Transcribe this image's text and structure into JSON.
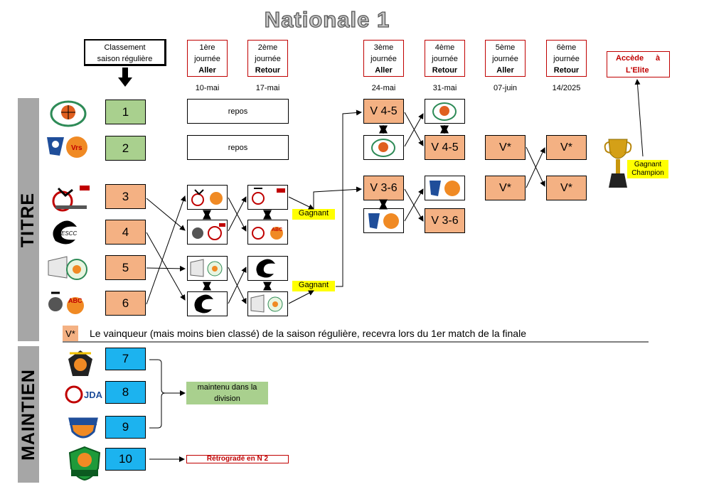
{
  "title": "Nationale 1",
  "classement": {
    "line1": "Classement",
    "line2": "saison régulière"
  },
  "rounds": [
    {
      "line1": "1ère",
      "line2": "journée",
      "leg": "Aller",
      "date": "10-mai"
    },
    {
      "line1": "2ème",
      "line2": "journée",
      "leg": "Retour",
      "date": "17-mai"
    },
    {
      "line1": "3ème",
      "line2": "journée",
      "leg": "Aller",
      "date": "24-mai"
    },
    {
      "line1": "4ème",
      "line2": "journée",
      "leg": "Retour",
      "date": "31-mai"
    },
    {
      "line1": "5ème",
      "line2": "journée",
      "leg": "Aller",
      "date": "07-juin"
    },
    {
      "line1": "6ème",
      "line2": "journée",
      "leg": "Retour",
      "date": "14/2025"
    }
  ],
  "elite": {
    "line1": "Accède",
    "a": "à",
    "line2": "L'Elite"
  },
  "sections": {
    "titre": "TITRE",
    "maintien": "MAINTIEN"
  },
  "ranks": [
    "1",
    "2",
    "3",
    "4",
    "5",
    "6",
    "7",
    "8",
    "9",
    "10"
  ],
  "repos": "repos",
  "winner_label": "Gagnant",
  "v45": "V 4-5",
  "v36": "V 3-6",
  "vstar": "V*",
  "champion": {
    "line1": "Gagnant",
    "line2": "Champion"
  },
  "legend": {
    "key": "V*",
    "text": "Le vainqueur (mais moins bien classé) de la saison régulière, recevra lors du 1er match de la finale"
  },
  "maintenu": {
    "line1": "maintenu dans la",
    "line2": "division"
  },
  "retrograde": "Rétrogradé en N 2",
  "colors": {
    "green": "#a9d08e",
    "orange": "#f4b183",
    "blue": "#1cb3ef",
    "yellow": "#ffff00",
    "red": "#c00000",
    "grey": "#a6a6a6"
  },
  "icons": [
    "arrow-down-icon",
    "trophy-icon",
    "team-logo-icon"
  ]
}
